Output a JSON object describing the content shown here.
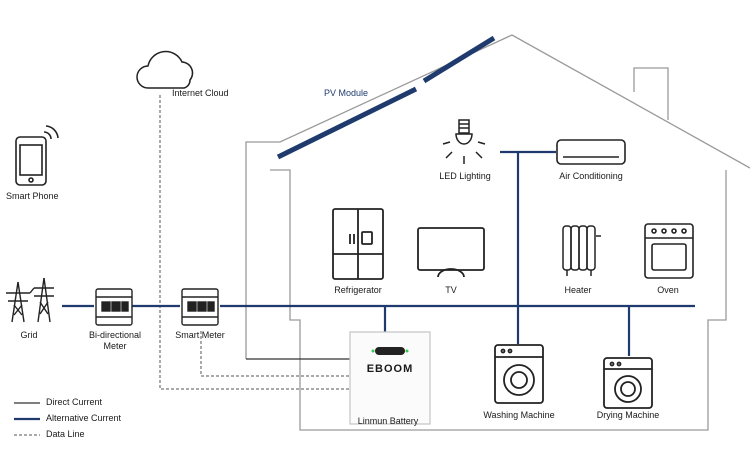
{
  "labels": {
    "pv_module": "PV Module",
    "internet_cloud": "Internet Cloud",
    "smart_phone": "Smart Phone",
    "led_lighting": "LED Lighting",
    "air_conditioning": "Air Conditioning",
    "refrigerator": "Refrigerator",
    "tv": "TV",
    "heater": "Heater",
    "oven": "Oven",
    "grid": "Grid",
    "bidirectional_meter_line1": "Bi-directional",
    "bidirectional_meter_line2": "Meter",
    "smart_meter": "Smart Meter",
    "battery": "Linmun Battery",
    "battery_brand": "EBOOM",
    "washing_machine": "Washing Machine",
    "drying_machine": "Drying Machine"
  },
  "legend": {
    "direct_current": "Direct Current",
    "alternative_current": "Alternative Current",
    "data_line": "Data Line"
  },
  "colors": {
    "ac_line": "#1f3b6e",
    "dc_line": "#333333",
    "outline": "#9a9a9a",
    "icon": "#222222"
  }
}
